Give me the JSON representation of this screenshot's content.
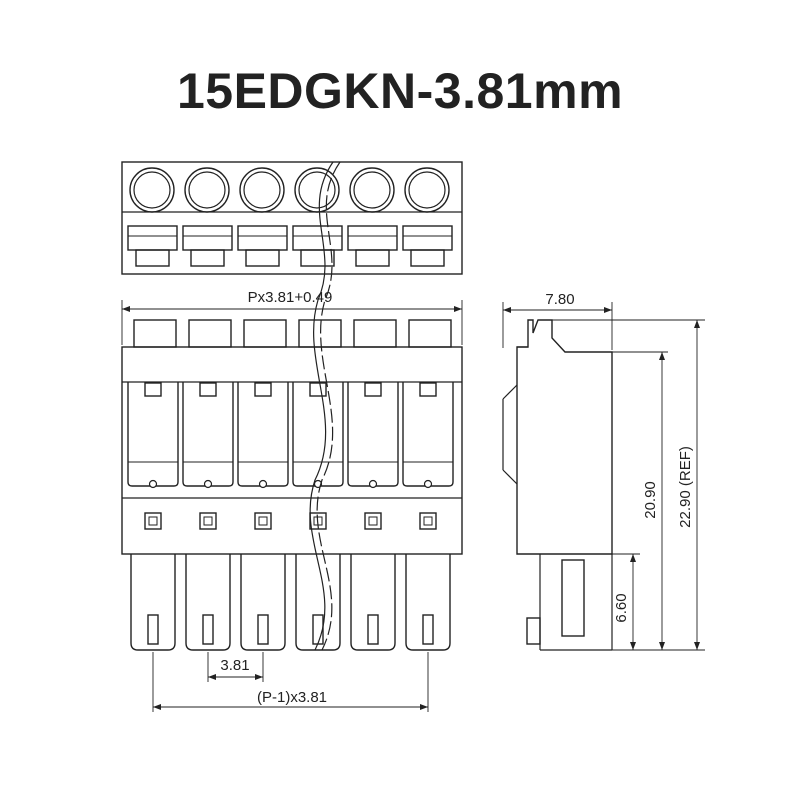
{
  "title": "15EDGKN-3.81mm",
  "pin_count_shown": 6,
  "dimensions": {
    "width_label": "Px3.81+0.49",
    "depth_label": "7.80",
    "height_label": "20.90",
    "total_height_label": "22.90 (REF)",
    "pin_length_label": "6.60",
    "pitch_label": "3.81",
    "span_label": "(P-1)x3.81"
  },
  "colors": {
    "line": "#222222",
    "background": "#ffffff"
  }
}
